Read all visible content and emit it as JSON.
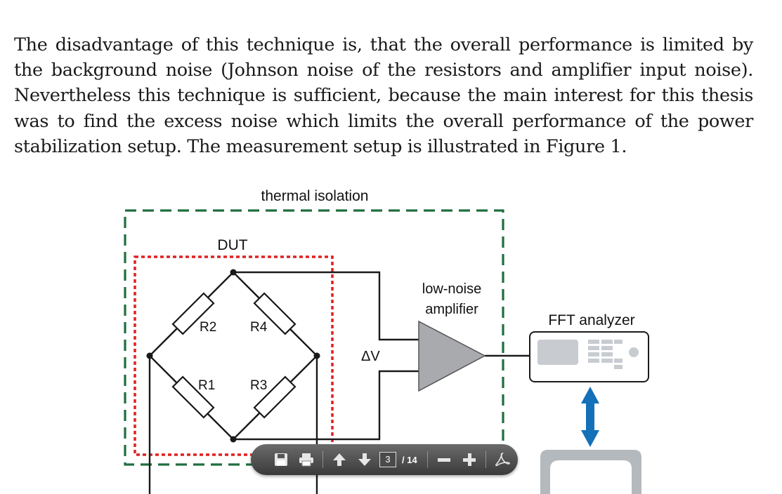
{
  "paragraph": "The disadvantage of this technique is, that the overall performance is limited by the background noise (Johnson noise of the resistors and amplifier input noise). Nevertheless this technique is sufficient, because the main interest for this thesis was to find the excess noise which limits the overall performance of the power stabilization setup. The measurement setup is illustrated in Figure 1.",
  "figure": {
    "thermal_isolation_label": "thermal isolation",
    "dut_label": "DUT",
    "r1": "R1",
    "r2": "R2",
    "r3": "R3",
    "r4": "R4",
    "delta_v": "ΔV",
    "amplifier_line1": "low-noise",
    "amplifier_line2": "amplifier",
    "fft_label": "FFT analyzer"
  },
  "toolbar": {
    "page_current": "3",
    "page_total": "/ 14"
  },
  "colors": {
    "thermal_isolation_border": "#1f6e3f",
    "dut_border": "#e02020",
    "amplifier_fill": "#a8aaad",
    "arrow": "#1470b8",
    "toolbar": "#4a4a4a"
  }
}
